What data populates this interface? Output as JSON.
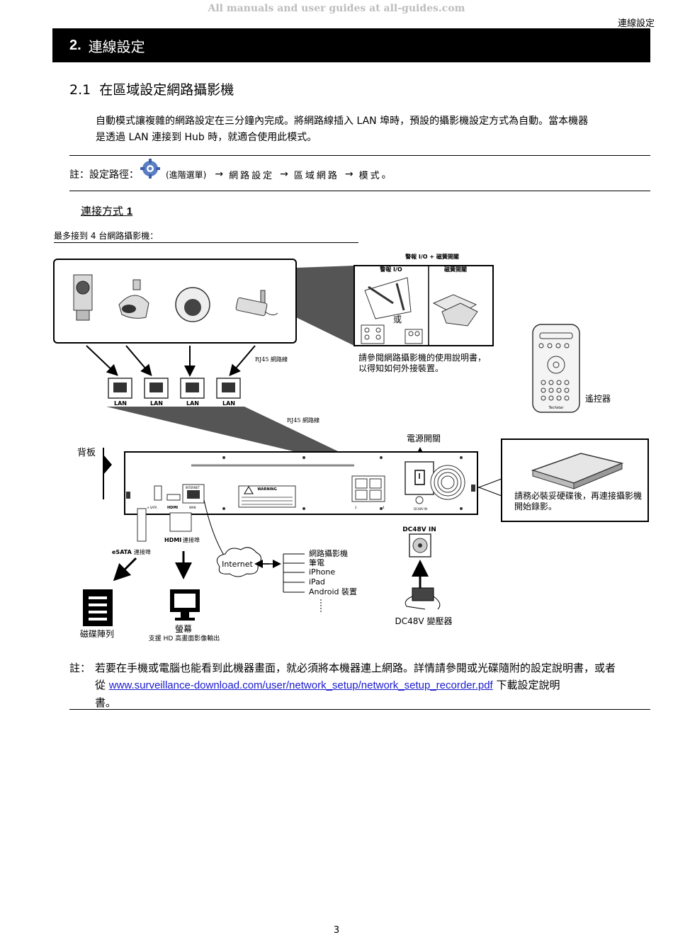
{
  "watermark": "All manuals and user guides at all-guides.com",
  "header_right": "連線設定",
  "section": {
    "number": "2.",
    "title": "連線設定"
  },
  "subsection": {
    "number": "2.1",
    "title": "在區域設定網路攝影機"
  },
  "intro": {
    "line1": "自動模式讓複雜的網路設定在三分鐘內完成。將網路線插入 LAN 埠時，預設的攝影機設定方式為自動。當本機器",
    "line2": "是透過 LAN 連接到 Hub 時，就適合使用此模式。"
  },
  "note_path": {
    "prefix": "註：設定路徑：",
    "step1": "(進階選單)",
    "arrow": "→",
    "step2": "網路設定",
    "step3": "區域網路",
    "step4": "模式",
    "end": "。"
  },
  "method": {
    "label": "連接方式",
    "number": "1"
  },
  "max_cameras": "最多接到 4 台網路攝影機：",
  "diagram": {
    "alarm_title": "警報 I/O + 磁簧開關",
    "alarm_io": "警報 I/O",
    "reed_switch": "磁簧開關",
    "or": "或",
    "ref_note_1": "請參閱網路攝影機的使用說明書，",
    "ref_note_2": "以得知如何外接裝置。",
    "rj45_1": "RJ45 網路線",
    "rj45_2": "RJ45 網路線",
    "lan_labels": [
      "LAN",
      "LAN",
      "LAN",
      "LAN"
    ],
    "remote": "遙控器",
    "back_panel": "背板",
    "power_switch": "電源開關",
    "hdd_note_1": "請務必裝妥硬碟後，再連接攝影機",
    "hdd_note_2": "開始錄影。",
    "dc_in": "DC48V IN",
    "esata_label": "eSATA",
    "esata_port": "連接埠",
    "hdmi_label": "HDMI",
    "hdmi_port": "連接埠",
    "internet": "Internet",
    "devices": [
      "網路攝影機",
      "筆電",
      "iPhone",
      "iPad",
      "Android 裝置"
    ],
    "disk_array": "磁碟陣列",
    "monitor": "螢幕",
    "monitor_sub": "支援 HD 高畫面影像輸出",
    "adapter": "DC48V 變壓器",
    "warning": "WARNING",
    "panel_internet": "INTERNET",
    "panel_wan": "WAN",
    "panel_esata": "e SATA",
    "panel_hdmi": "HDMI",
    "panel_dcin": "DC48V IN",
    "port_nums": [
      "2",
      "4"
    ],
    "remote_brand": "Techstar"
  },
  "note_bottom": {
    "label": "註：",
    "line1": "若要在手機或電腦也能看到此機器畫面，就必須將本機器連上網路。詳情請參閱或光碟隨附的設定說明書，或者",
    "line2_pre": "從 ",
    "url": "www.surveillance-download.com/user/network_setup/network_setup_recorder.pdf",
    "line2_post": " 下載設定說明",
    "line3": "書。"
  },
  "page_number": "3"
}
